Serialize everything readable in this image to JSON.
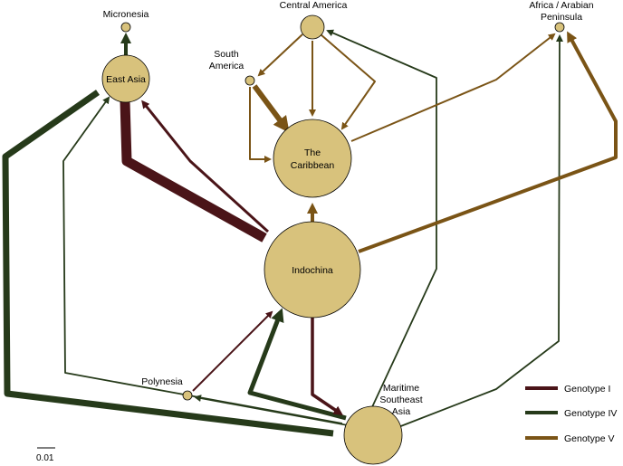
{
  "regions": {
    "micronesia": "Micronesia",
    "east_asia": "East Asia",
    "central_america": "Central America",
    "south_america": [
      "South",
      "America"
    ],
    "caribbean": [
      "The",
      "Caribbean"
    ],
    "africa_arabian": [
      "Africa / Arabian",
      "Peninsula"
    ],
    "indochina": "Indochina",
    "polynesia": "Polynesia",
    "maritime_sea": [
      "Maritime",
      "Southeast",
      "Asia"
    ]
  },
  "legend": [
    {
      "label": "Genotype I",
      "color": "#4a1418"
    },
    {
      "label": "Genotype IV",
      "color": "#263a1a"
    },
    {
      "label": "Genotype V",
      "color": "#7a5416"
    }
  ],
  "node_fill": "#d8c27c",
  "scale_bar": "0.01"
}
